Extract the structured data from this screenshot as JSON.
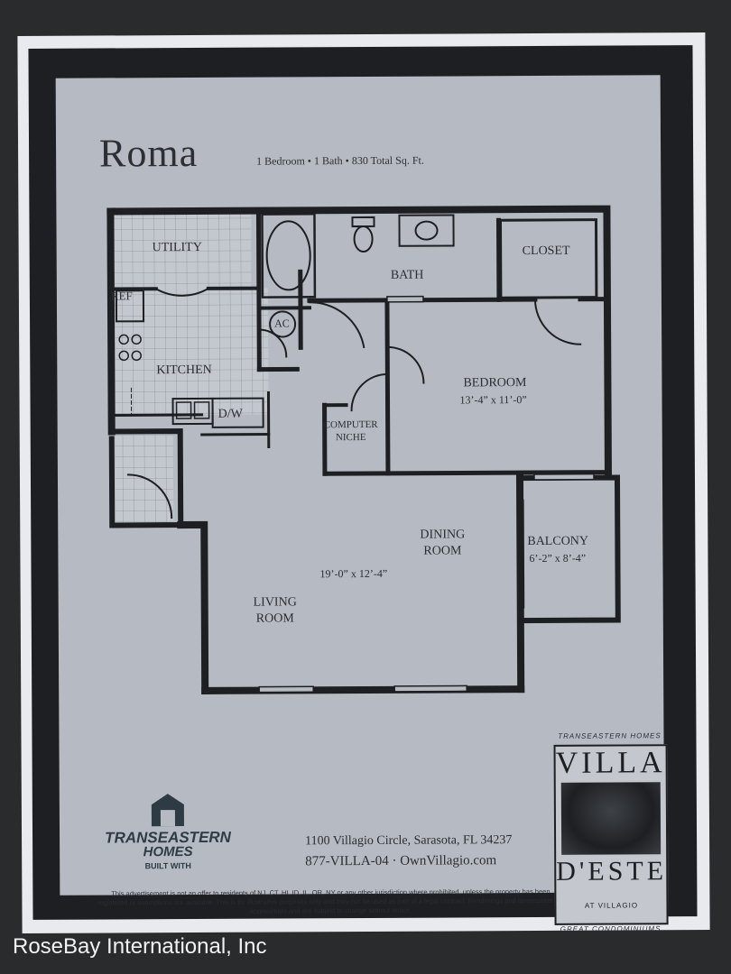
{
  "plan": {
    "title": "Roma",
    "subtitle": "1 Bedroom • 1 Bath • 830 Total Sq. Ft.",
    "rooms": {
      "utility": "UTILITY",
      "bath": "BATH",
      "closet": "CLOSET",
      "ref": "REF",
      "ac": "AC",
      "kitchen": "KITCHEN",
      "dw": "D/W",
      "bedroom": "BEDROOM",
      "bedroom_dim": "13’-4” x 11’-0”",
      "computer_niche": "COMPUTER NICHE",
      "dining": "DINING ROOM",
      "living_dim": "19’-0” x 12’-4”",
      "balcony": "BALCONY",
      "balcony_dim": "6’-2” x 8’-4”",
      "living": "LIVING ROOM"
    }
  },
  "builder": {
    "name_line1": "TRANSEASTERN",
    "name_line2": "HOMES",
    "built_with": "BUILT WITH"
  },
  "contact": {
    "address": "1100 Villagio Circle, Sarasota, FL 34237",
    "phone_web": "877-VILLA-04 · OwnVillagio.com"
  },
  "disclaimer": "This advertisement is not an offer to residents of NJ, CT, HI, ID, IL, OR, NY or any other jurisdiction where prohibited, unless the property has been registered or exemptions are available. This is for illustrative purposes only and may not be used as part of a legal contract. Renderings and dimensions are approximate and are subject to change without notice.",
  "brand": {
    "top": "TRANSEASTERN HOMES",
    "line1": "VILLA",
    "line2": "D'ESTE",
    "at": "AT VILLAGIO",
    "tagline": "GREAT CONDOMINIUMS"
  },
  "watermark": "RoseBay International, Inc"
}
